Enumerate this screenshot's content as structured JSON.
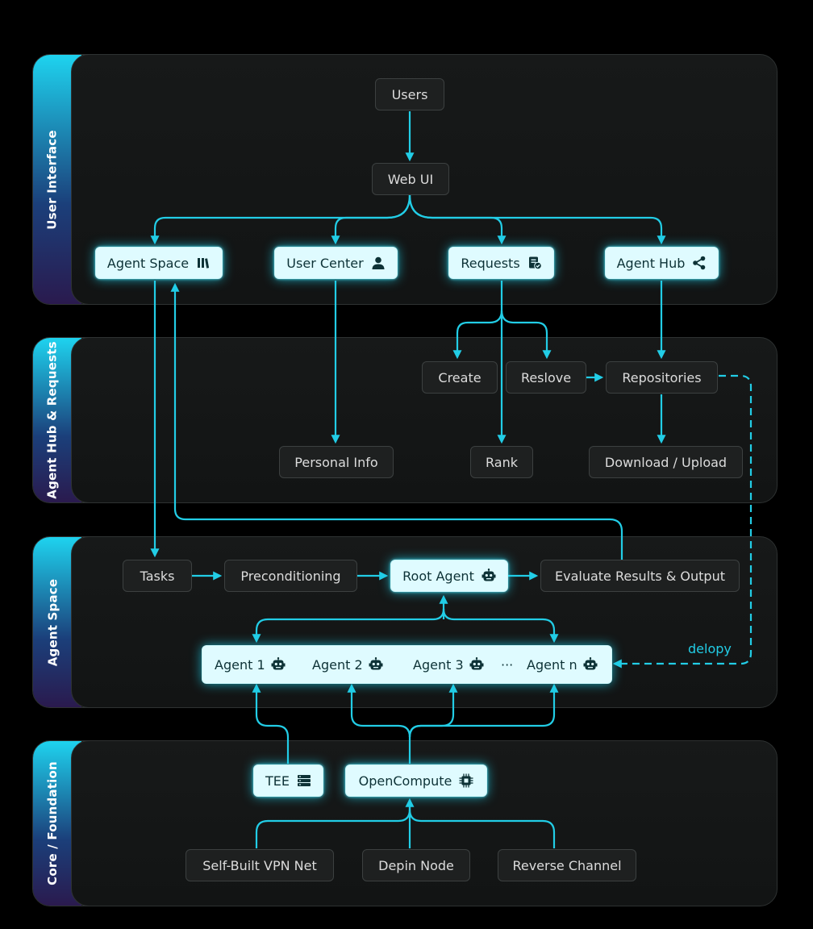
{
  "colors": {
    "accent": "#22cde6",
    "node_light": "#dffbff",
    "node_dark": "#1e2020",
    "background": "#000000"
  },
  "layers": {
    "ui": "User Interface",
    "hub": "Agent Hub & Requests",
    "space": "Agent Space",
    "core": "Core / Foundation"
  },
  "nodes": {
    "users": "Users",
    "webui": "Web UI",
    "agent_space": "Agent Space",
    "user_center": "User Center",
    "requests": "Requests",
    "agent_hub": "Agent Hub",
    "create": "Create",
    "reslove": "Reslove",
    "repositories": "Repositories",
    "personal_info": "Personal Info",
    "rank": "Rank",
    "download_upload": "Download / Upload",
    "tasks": "Tasks",
    "preconditioning": "Preconditioning",
    "root_agent": "Root Agent",
    "evaluate": "Evaluate Results & Output",
    "tee": "TEE",
    "opencompute": "OpenCompute",
    "vpn": "Self-Built VPN Net",
    "depin": "Depin Node",
    "reverse": "Reverse Channel"
  },
  "agents": [
    "Agent 1",
    "Agent 2",
    "Agent 3",
    "···",
    "Agent n"
  ],
  "deploy_label": "delopy",
  "icons": {
    "agent_space": "library-icon",
    "user_center": "user-icon",
    "requests": "document-check-icon",
    "agent_hub": "share-icon",
    "robot": "robot-icon",
    "tee": "server-icon",
    "opencompute": "cpu-icon"
  }
}
